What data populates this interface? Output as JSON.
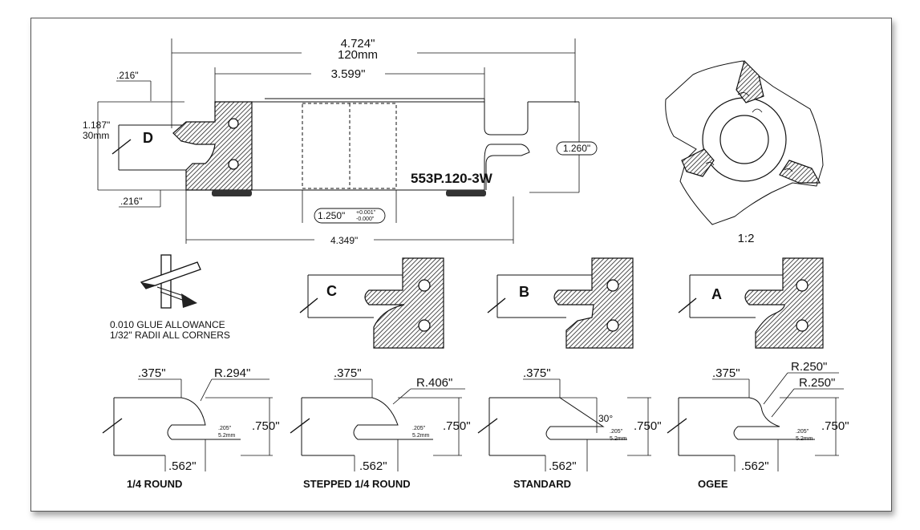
{
  "main_drawing": {
    "overall_length": "4.724\"",
    "overall_length_mm": "120mm",
    "inner_length": "3.599\"",
    "top_offset": ".216\"",
    "bottom_offset": ".216\"",
    "height": "1.187\"",
    "height_mm": "30mm",
    "profile_letter": "D",
    "right_height": "1.260\"",
    "part_number": "553P.120-3W",
    "bore": "1.250\"",
    "bore_tol_plus": "+0.001\"",
    "bore_tol_minus": "-0.000\"",
    "bottom_length": "4.349\""
  },
  "cutter_view": {
    "scale": "1:2"
  },
  "notes": {
    "line1": "0.010 GLUE ALLOWANCE",
    "line2": "1/32\" RADII ALL CORNERS"
  },
  "profiles": [
    {
      "letter": "C"
    },
    {
      "letter": "B"
    },
    {
      "letter": "A"
    }
  ],
  "details": [
    {
      "name": "1/4 ROUND",
      "top": ".375\"",
      "radius": "R.294\"",
      "depth": ".205\"",
      "depth_mm": "5.2mm",
      "height": ".750\"",
      "bottom": ".562\""
    },
    {
      "name": "STEPPED 1/4 ROUND",
      "top": ".375\"",
      "radius": "R.406\"",
      "depth": ".205\"",
      "depth_mm": "5.2mm",
      "height": ".750\"",
      "bottom": ".562\""
    },
    {
      "name": "STANDARD",
      "top": ".375\"",
      "angle": "30°",
      "depth": ".205\"",
      "depth_mm": "5.2mm",
      "height": ".750\"",
      "bottom": ".562\""
    },
    {
      "name": "OGEE",
      "top": ".375\"",
      "radius": "R.250\"",
      "radius2": "R.250\"",
      "depth": ".205\"",
      "depth_mm": "5.2mm",
      "height": ".750\"",
      "bottom": ".562\""
    }
  ]
}
